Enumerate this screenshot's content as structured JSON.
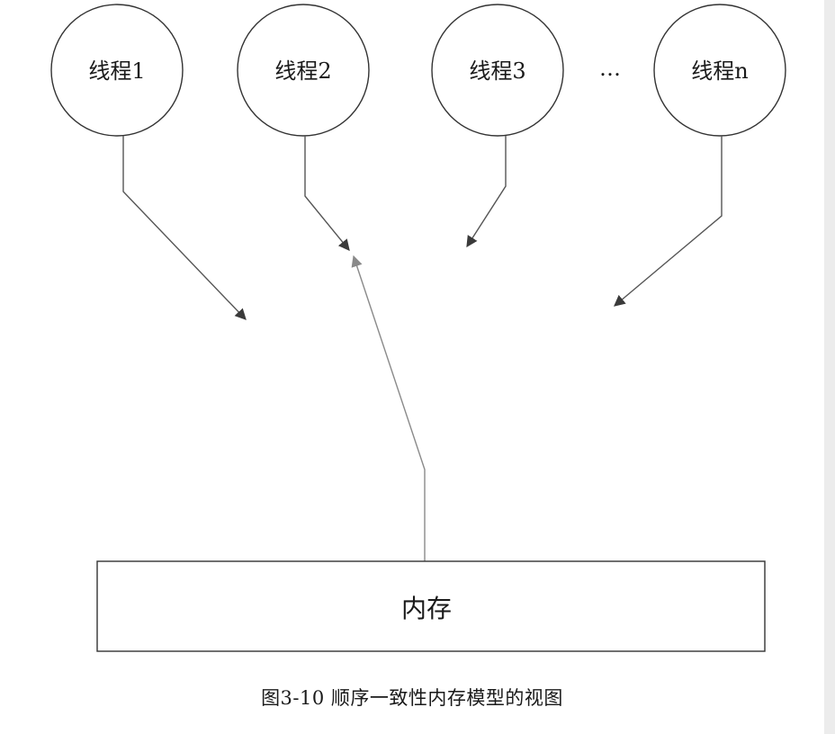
{
  "diagram": {
    "threads": [
      {
        "label": "线程1"
      },
      {
        "label": "线程2"
      },
      {
        "label": "线程3"
      },
      {
        "label": "线程n"
      }
    ],
    "ellipsis": "…",
    "memory": {
      "label": "内存"
    },
    "caption": "图3-10  顺序一致性内存模型的视图"
  }
}
